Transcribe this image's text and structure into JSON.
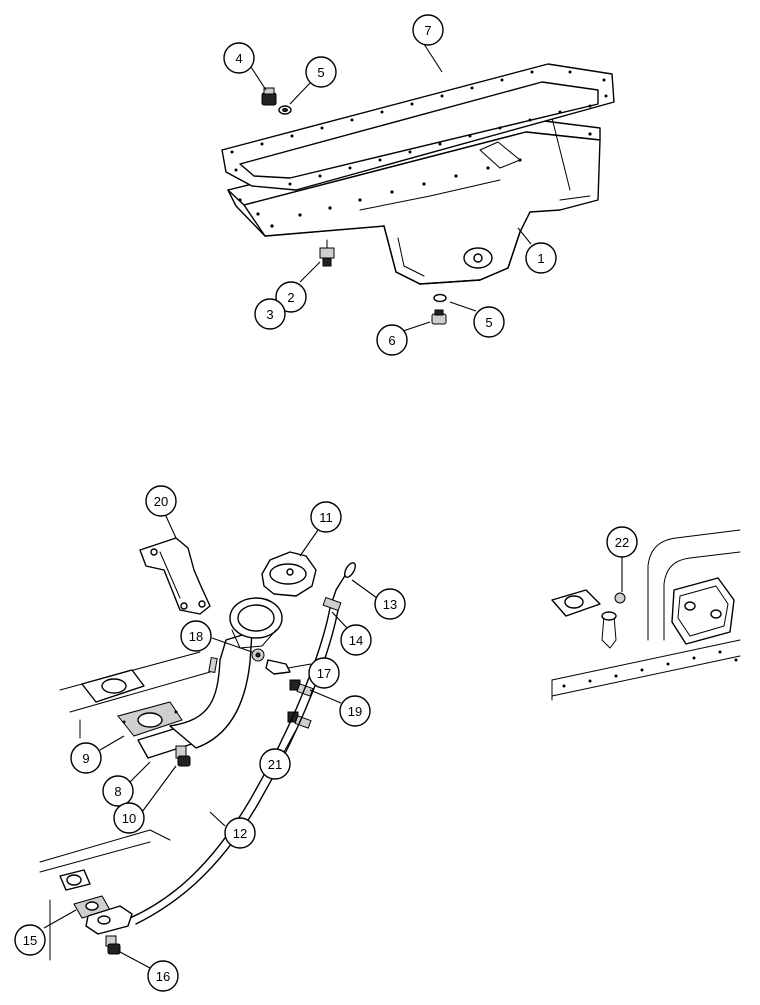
{
  "callouts": [
    {
      "id": "c1",
      "text": "1"
    },
    {
      "id": "c2",
      "text": "2"
    },
    {
      "id": "c3",
      "text": "3"
    },
    {
      "id": "c4",
      "text": "4"
    },
    {
      "id": "c5a",
      "text": "5"
    },
    {
      "id": "c5b",
      "text": "5"
    },
    {
      "id": "c6",
      "text": "6"
    },
    {
      "id": "c7",
      "text": "7"
    },
    {
      "id": "c8",
      "text": "8"
    },
    {
      "id": "c9",
      "text": "9"
    },
    {
      "id": "c10",
      "text": "10"
    },
    {
      "id": "c11",
      "text": "11"
    },
    {
      "id": "c12",
      "text": "12"
    },
    {
      "id": "c13",
      "text": "13"
    },
    {
      "id": "c14",
      "text": "14"
    },
    {
      "id": "c15",
      "text": "15"
    },
    {
      "id": "c16",
      "text": "16"
    },
    {
      "id": "c17",
      "text": "17"
    },
    {
      "id": "c18",
      "text": "18"
    },
    {
      "id": "c19",
      "text": "19"
    },
    {
      "id": "c20",
      "text": "20"
    },
    {
      "id": "c21",
      "text": "21"
    },
    {
      "id": "c22",
      "text": "22"
    }
  ]
}
